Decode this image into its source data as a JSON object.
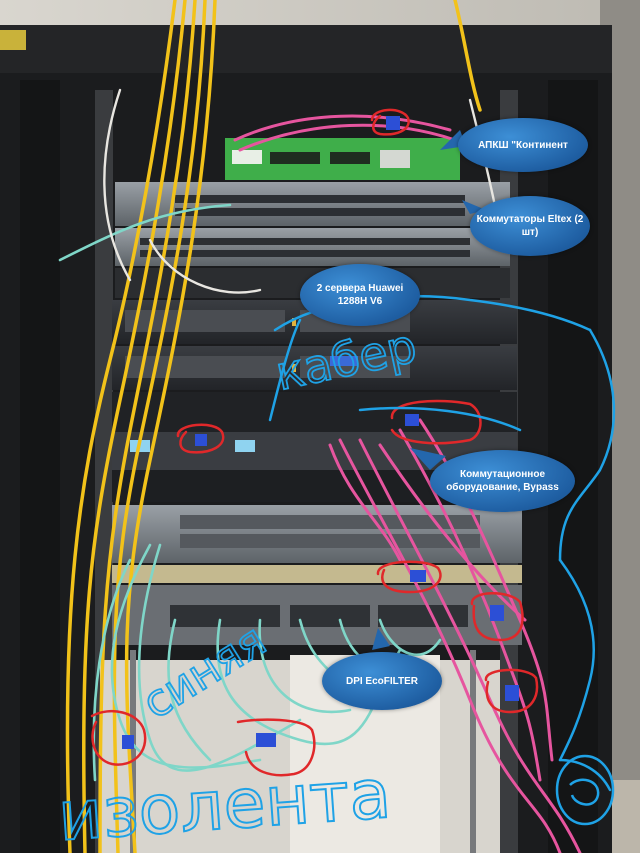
{
  "callouts": {
    "apksh": "АПКШ \"Континент",
    "switches": "Коммутаторы Eltex (2 шт)",
    "servers": "2 сервера Huawei 1288H V6",
    "bypass": "Коммутационное оборудование, Bypass",
    "dpi": "DPI EcoFILTER"
  },
  "handwriting": {
    "kabel": "кабер",
    "sinya": "синяя",
    "izolenta": "изолента"
  },
  "colors": {
    "rack": "#1b1c1e",
    "callout": "#2a73bf",
    "annotation_blue": "#1fa2e6",
    "annotation_red": "#e0282a",
    "fiber_yellow": "#f2c21a",
    "fiber_pink": "#e6559f",
    "fiber_aqua": "#7fd6c8",
    "tape_blue": "#2c4fd6"
  }
}
